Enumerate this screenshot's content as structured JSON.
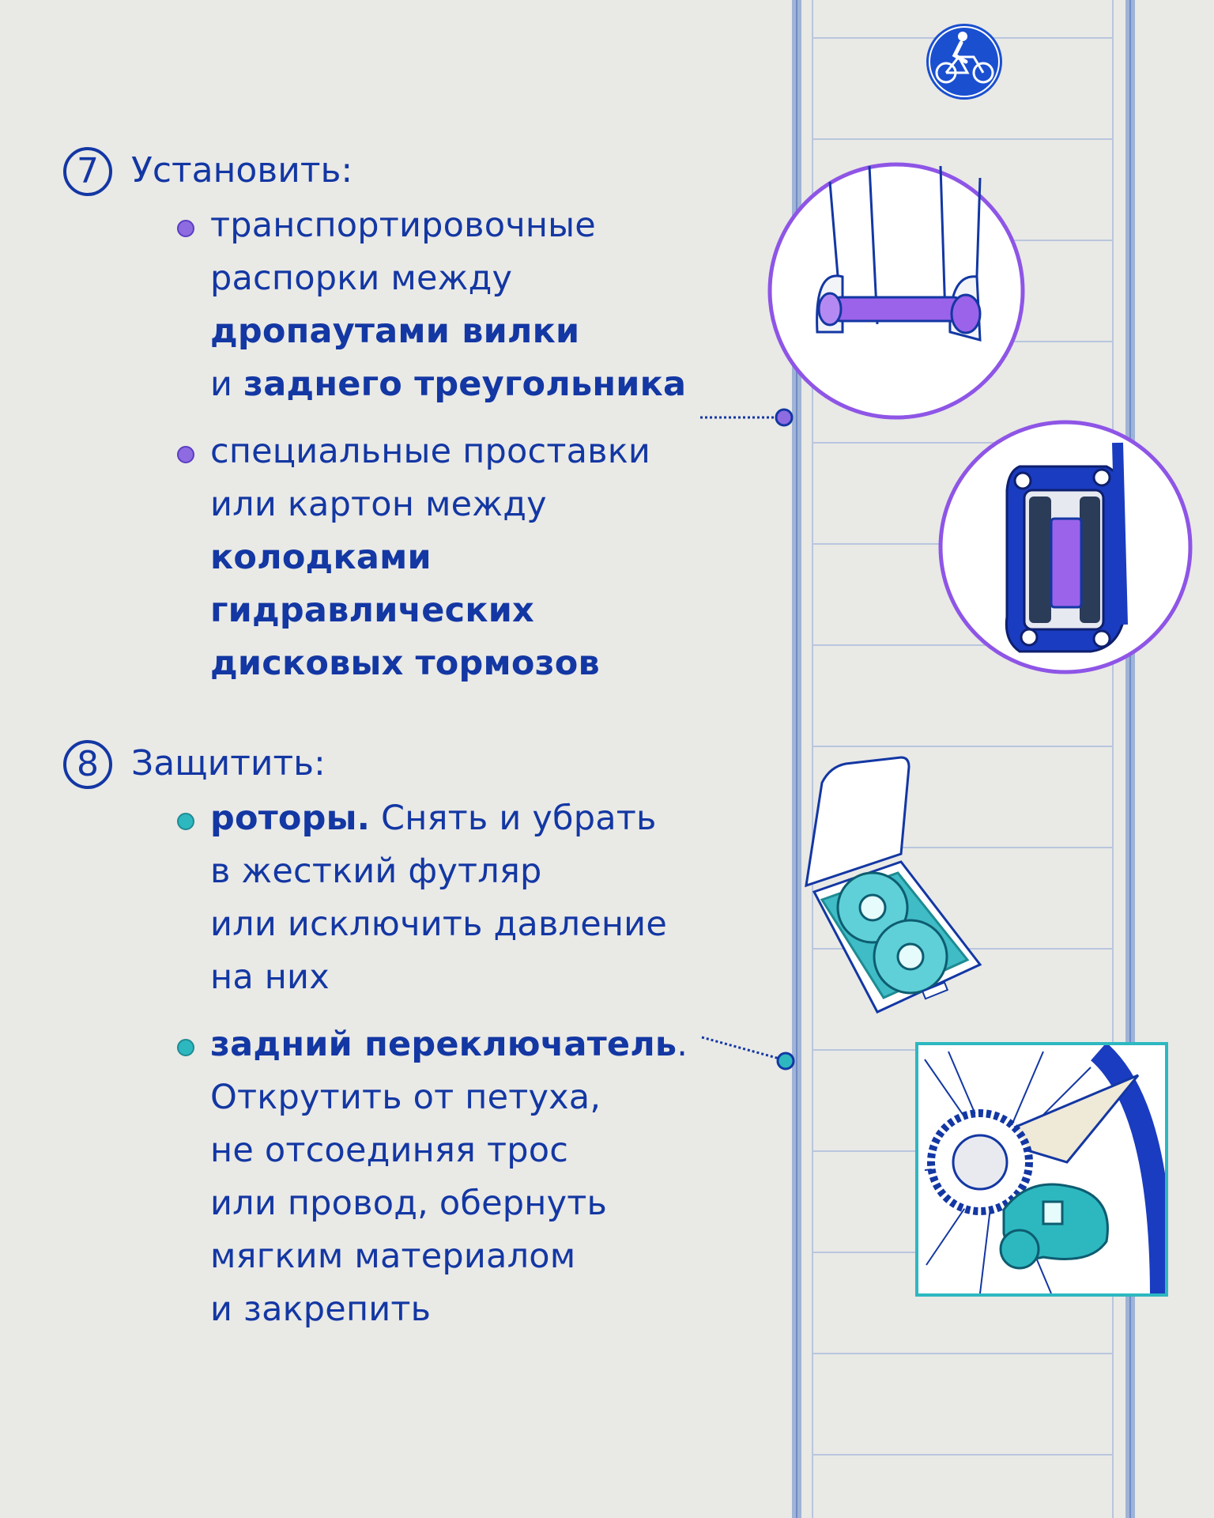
{
  "colors": {
    "background": "#e9e9e6",
    "text": "#1337a3",
    "accent_purple": "#8e6be0",
    "accent_teal": "#2db8c0",
    "track_line": "#9fb3d6"
  },
  "icons": {
    "top_badge": "cyclist-icon",
    "illustration_1": "fork-dropout-spacer-illustration",
    "illustration_2": "brake-caliper-spacer-illustration",
    "illustration_3": "rotor-case-illustration",
    "illustration_4": "rear-derailleur-wrapped-illustration"
  },
  "steps": [
    {
      "number": "7",
      "title": "Установить:",
      "bullets": [
        {
          "lines": [
            {
              "normal": "транспортировочные"
            },
            {
              "normal": "распорки между"
            },
            {
              "bold": "дропаутами вилки"
            },
            {
              "normal": "и ",
              "bold": "заднего треугольника"
            }
          ]
        },
        {
          "lines": [
            {
              "normal": "специальные проставки"
            },
            {
              "normal": "или картон между"
            },
            {
              "bold": "колодками"
            },
            {
              "bold": "гидравлических"
            },
            {
              "bold": "дисковых тормозов"
            }
          ]
        }
      ]
    },
    {
      "number": "8",
      "title": "Защитить:",
      "bullets": [
        {
          "lines": [
            {
              "bold": "роторы.",
              "normal": " Снять и убрать"
            },
            {
              "normal": "в жесткий футляр"
            },
            {
              "normal": "или исключить давление"
            },
            {
              "normal": "на них"
            }
          ]
        },
        {
          "lines": [
            {
              "bold": "задний переключатель",
              "normal": "."
            },
            {
              "normal": "Открутить от петуха,"
            },
            {
              "normal": "не отсоединяя трос"
            },
            {
              "normal": "или провод, обернуть"
            },
            {
              "normal": "мягким материалом"
            },
            {
              "normal": "и закрепить"
            }
          ]
        }
      ]
    }
  ]
}
